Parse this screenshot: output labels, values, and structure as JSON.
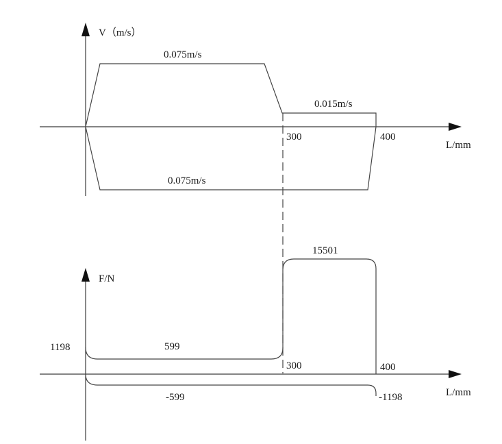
{
  "velocity_plot": {
    "y_axis_label": "V（m/s）",
    "x_axis_label": "L/mm",
    "forward_fast_speed": "0.075m/s",
    "forward_slow_speed": "0.015m/s",
    "return_speed": "0.075m/s",
    "tick_300": "300",
    "tick_400": "400"
  },
  "force_plot": {
    "y_axis_label": "F/N",
    "x_axis_label": "L/mm",
    "forward_start_force": "1198",
    "forward_fast_force": "599",
    "working_force": "15501",
    "return_force": "-599",
    "return_end_force": "-1198",
    "tick_300": "300",
    "tick_400": "400"
  },
  "colors": {
    "line": "#444444",
    "arrow": "#111111",
    "text": "#1a1a1a"
  }
}
